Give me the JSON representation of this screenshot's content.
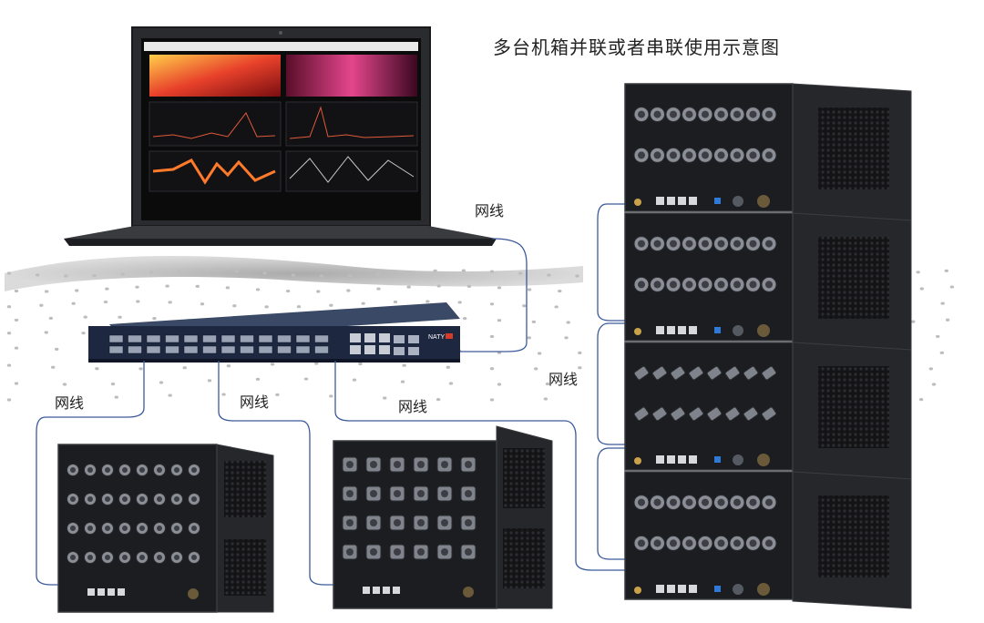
{
  "title": "多台机箱并联或者串联使用示意图",
  "cable_labels": [
    "网线",
    "网线",
    "网线",
    "网线",
    "网线"
  ],
  "switch_brand": "NATY",
  "colors": {
    "cable": "#3a5a9c",
    "chassis": "#1c1d20",
    "switch": "#23304a",
    "brand_red": "#d63b2a"
  }
}
